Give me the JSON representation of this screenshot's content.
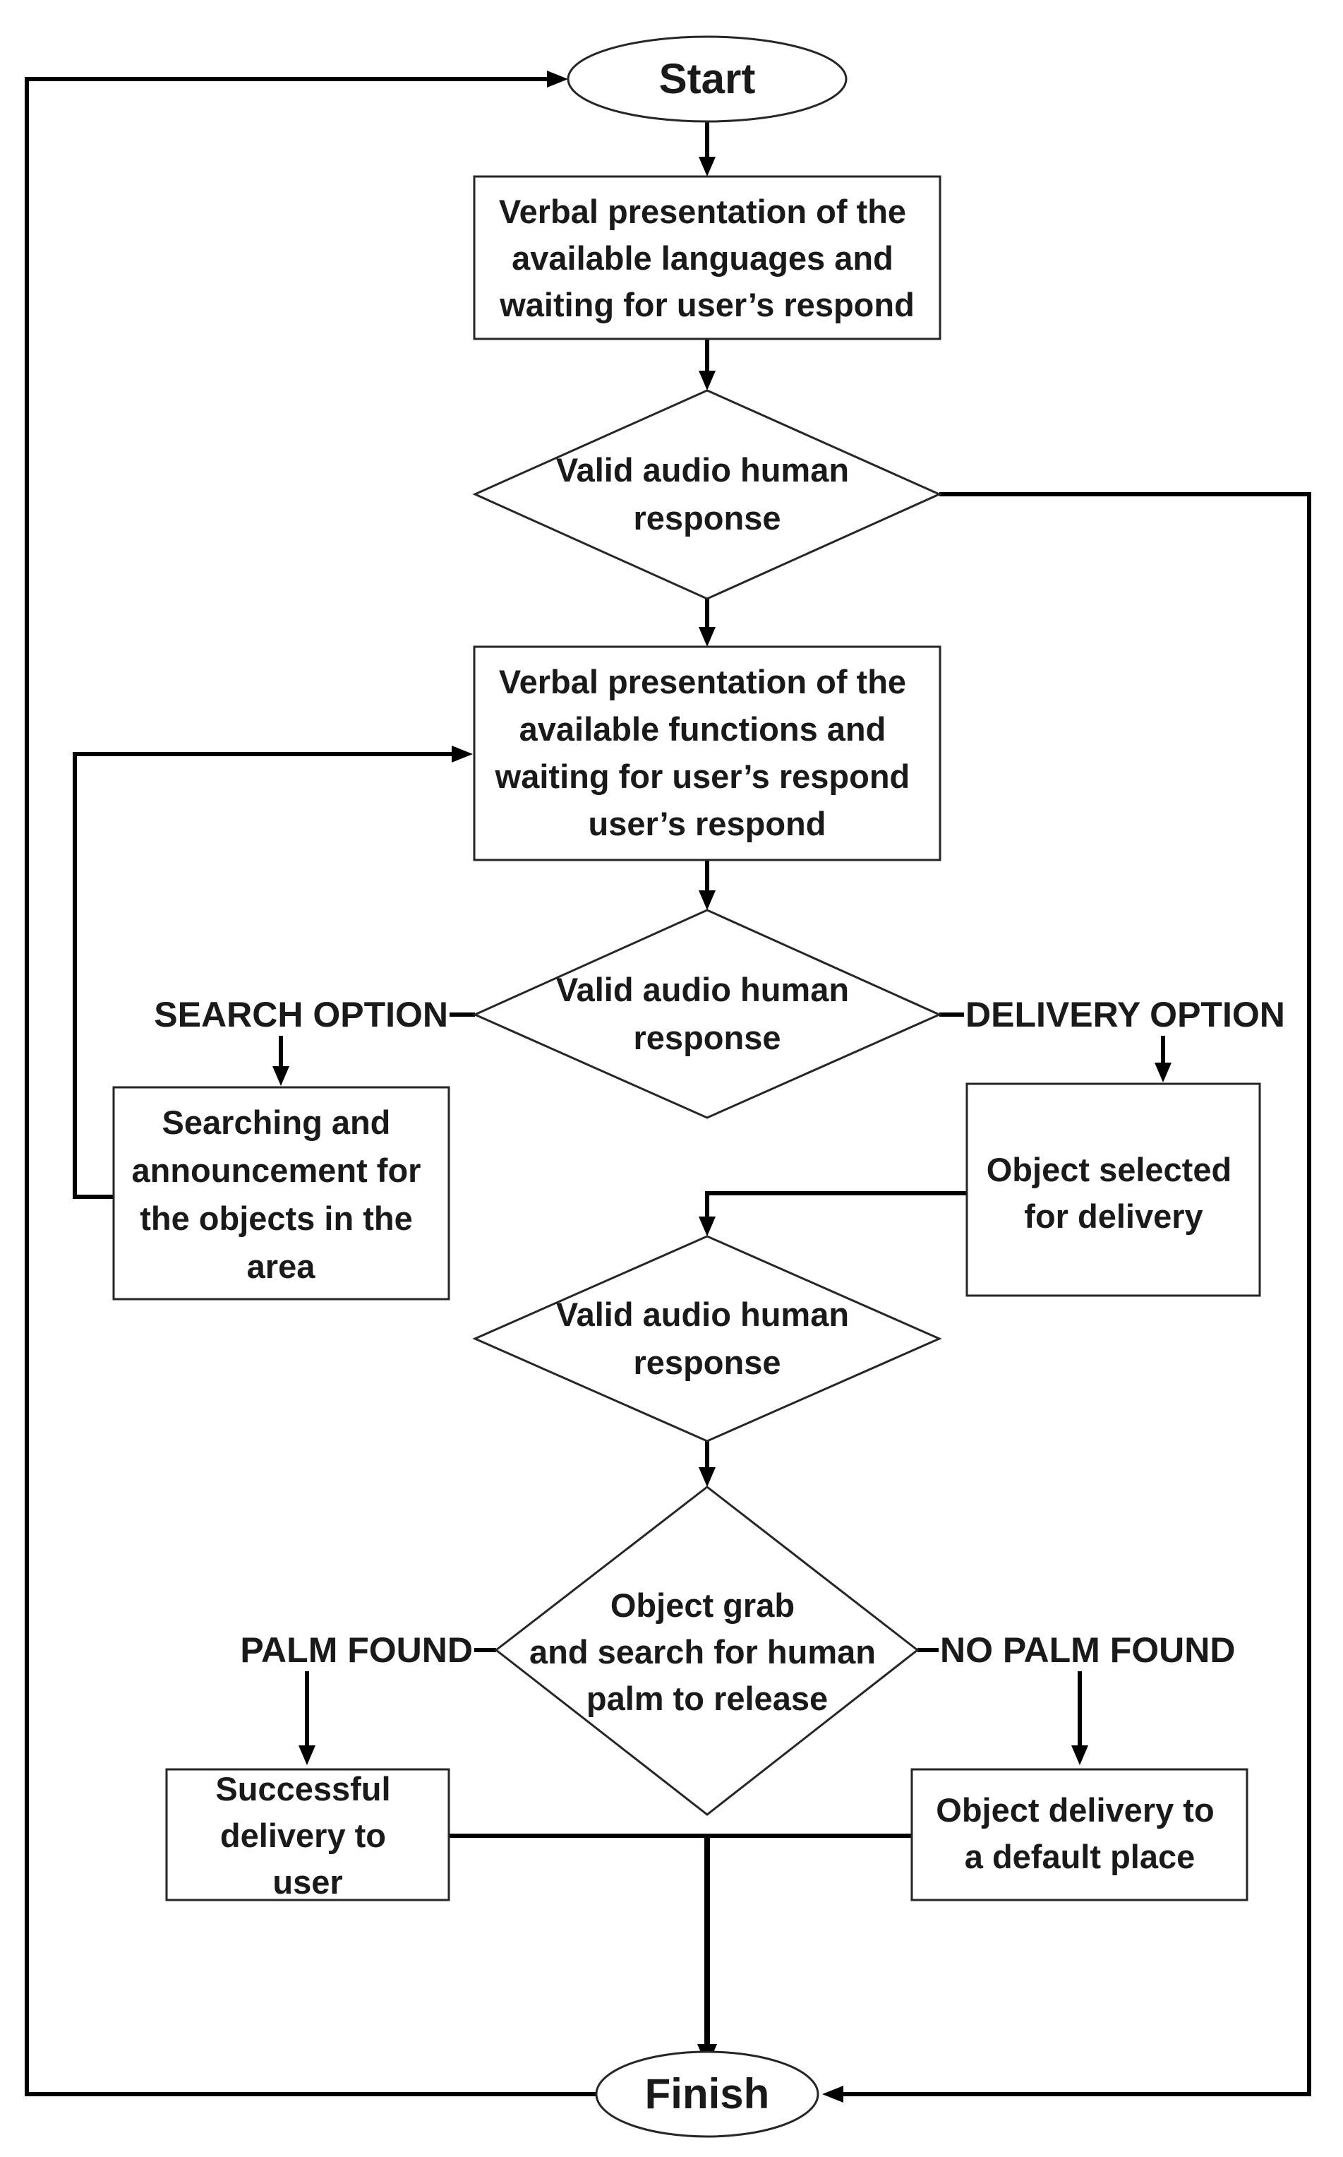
{
  "diagram": {
    "nodes": [
      {
        "id": "start",
        "shape": "terminal",
        "lines": [
          "Start"
        ]
      },
      {
        "id": "present_languages",
        "shape": "process",
        "lines": [
          "Verbal presentation of the",
          "available languages and",
          "waiting for user’s respond"
        ]
      },
      {
        "id": "valid_1",
        "shape": "decision",
        "lines": [
          "Valid audio human",
          "response"
        ]
      },
      {
        "id": "present_functions",
        "shape": "process",
        "lines": [
          "Verbal presentation of the",
          "available functions and",
          "waiting for user’s respond",
          "user’s respond"
        ]
      },
      {
        "id": "valid_2",
        "shape": "decision",
        "lines": [
          "Valid audio human",
          "response"
        ]
      },
      {
        "id": "searching",
        "shape": "process",
        "lines": [
          "Searching and",
          "announcement for",
          "the objects in the",
          "area"
        ]
      },
      {
        "id": "object_selected",
        "shape": "process",
        "lines": [
          "Object selected",
          "for delivery"
        ]
      },
      {
        "id": "valid_3",
        "shape": "decision",
        "lines": [
          "Valid audio human",
          "response"
        ]
      },
      {
        "id": "grab_search",
        "shape": "decision",
        "lines": [
          "Object grab",
          "and search for human",
          "palm to release"
        ]
      },
      {
        "id": "successful_delivery",
        "shape": "process",
        "lines": [
          "Successful",
          "delivery  to",
          "user"
        ]
      },
      {
        "id": "default_place",
        "shape": "process",
        "lines": [
          "Object delivery to",
          "a default place"
        ]
      },
      {
        "id": "finish",
        "shape": "terminal",
        "lines": [
          "Finish"
        ]
      }
    ],
    "edges": [
      {
        "from": "start",
        "to": "present_languages",
        "label": ""
      },
      {
        "from": "present_languages",
        "to": "valid_1",
        "label": ""
      },
      {
        "from": "valid_1",
        "to": "present_functions",
        "label": ""
      },
      {
        "from": "valid_1",
        "to": "finish",
        "label": ""
      },
      {
        "from": "present_functions",
        "to": "valid_2",
        "label": ""
      },
      {
        "from": "valid_2",
        "to": "searching",
        "label": "SEARCH OPTION"
      },
      {
        "from": "valid_2",
        "to": "object_selected",
        "label": "DELIVERY OPTION"
      },
      {
        "from": "searching",
        "to": "present_functions",
        "label": ""
      },
      {
        "from": "object_selected",
        "to": "valid_3",
        "label": ""
      },
      {
        "from": "valid_3",
        "to": "grab_search",
        "label": ""
      },
      {
        "from": "grab_search",
        "to": "successful_delivery",
        "label": "PALM FOUND"
      },
      {
        "from": "grab_search",
        "to": "default_place",
        "label": "NO PALM FOUND"
      },
      {
        "from": "successful_delivery",
        "to": "finish",
        "label": ""
      },
      {
        "from": "default_place",
        "to": "finish",
        "label": ""
      },
      {
        "from": "finish",
        "to": "start",
        "label": ""
      }
    ]
  }
}
